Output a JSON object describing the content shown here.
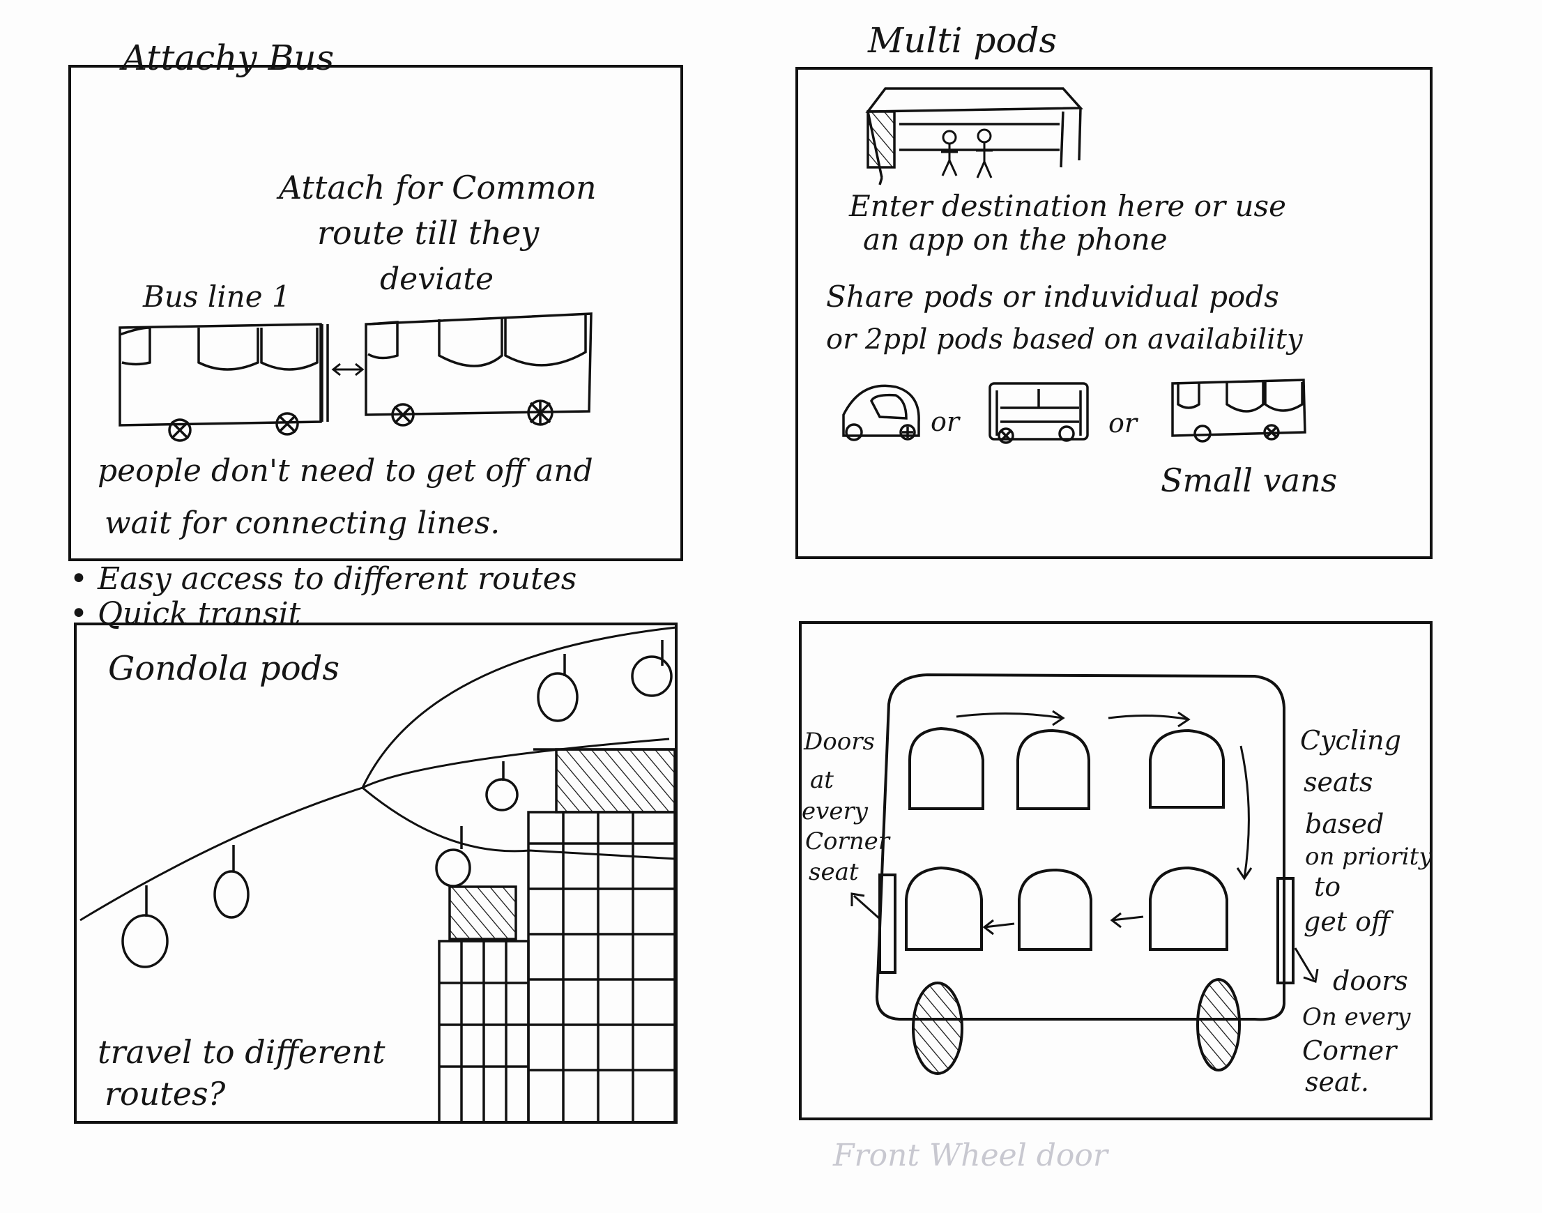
{
  "panels": {
    "attach_bus": {
      "title": "Attachy Bus",
      "note_line1": "Attach for Common",
      "note_line2": "route till they",
      "note_line3": "deviate",
      "bus_label": "Bus line 1",
      "caption_line1": "people don't need to get off and",
      "caption_line2": "wait for connecting lines.",
      "bullet1": "• Easy access to different routes",
      "bullet2": "• Quick transit"
    },
    "multi_pods": {
      "title": "Multi pods",
      "line1": "Enter destination here or use",
      "line2": "an app on the phone",
      "line3": "Share pods or induvidual pods",
      "line4": "or 2ppl pods based on availability",
      "or1": "or",
      "or2": "or",
      "vans_label": "Small vans"
    },
    "gondola": {
      "title": "Gondola pods",
      "caption_line1": "travel to different",
      "caption_line2": "routes?"
    },
    "cycling": {
      "left_label_lines": [
        "Doors",
        "at",
        "every",
        "Corner",
        "seat"
      ],
      "right_label_lines": [
        "Cycling",
        "seats",
        "based",
        "on priority",
        "to",
        "get off"
      ],
      "right_door_lines": [
        "doors",
        "On every",
        "Corner",
        "seat."
      ],
      "faint_footer": "Front Wheel door"
    }
  }
}
